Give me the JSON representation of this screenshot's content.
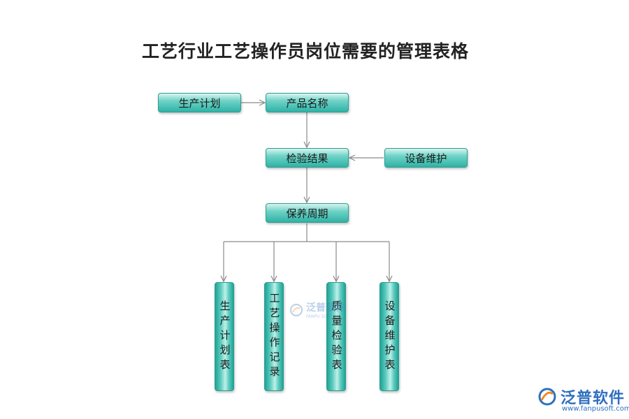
{
  "title": "工艺行业工艺操作员岗位需要的管理表格",
  "nodes": {
    "production_plan": "生产计划",
    "product_name": "产品名称",
    "inspection_result": "检验结果",
    "equipment_maintenance": "设备维护",
    "maintenance_cycle": "保养周期",
    "production_plan_table": "生产计划表",
    "process_operation_record": "工艺操作记录",
    "quality_inspection_table": "质量检验表",
    "equipment_maintenance_table": "设备维护表"
  },
  "watermark": {
    "center_name": "泛普软件",
    "center_sub": "FANPU SOFT",
    "brand_name": "泛普软件",
    "brand_url": "www.fanpusoft.com"
  },
  "colors": {
    "node_teal": "#2fb3a6",
    "edge": "#8a8a8a",
    "brand_blue": "#2f6fc0",
    "brand_orange": "#f28a1c"
  }
}
